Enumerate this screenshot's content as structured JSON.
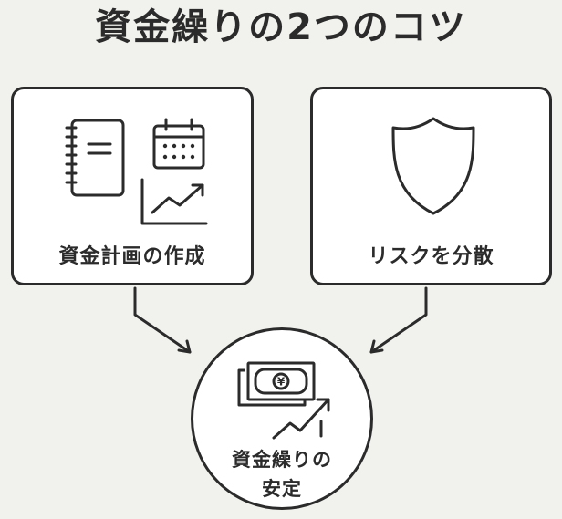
{
  "title": "資金繰りの2つのコツ",
  "left_card": {
    "label": "資金計画の作成",
    "icons": [
      "notebook-icon",
      "calendar-icon",
      "growth-chart-icon"
    ]
  },
  "right_card": {
    "label": "リスクを分散",
    "icons": [
      "shield-icon"
    ]
  },
  "result": {
    "line1": "資金繰りの",
    "line2": "安定",
    "icons": [
      "banknotes-icon",
      "upward-trend-icon"
    ]
  },
  "colors": {
    "background": "#f1f1ed",
    "stroke": "#2b2b2b",
    "card": "#ffffff"
  }
}
